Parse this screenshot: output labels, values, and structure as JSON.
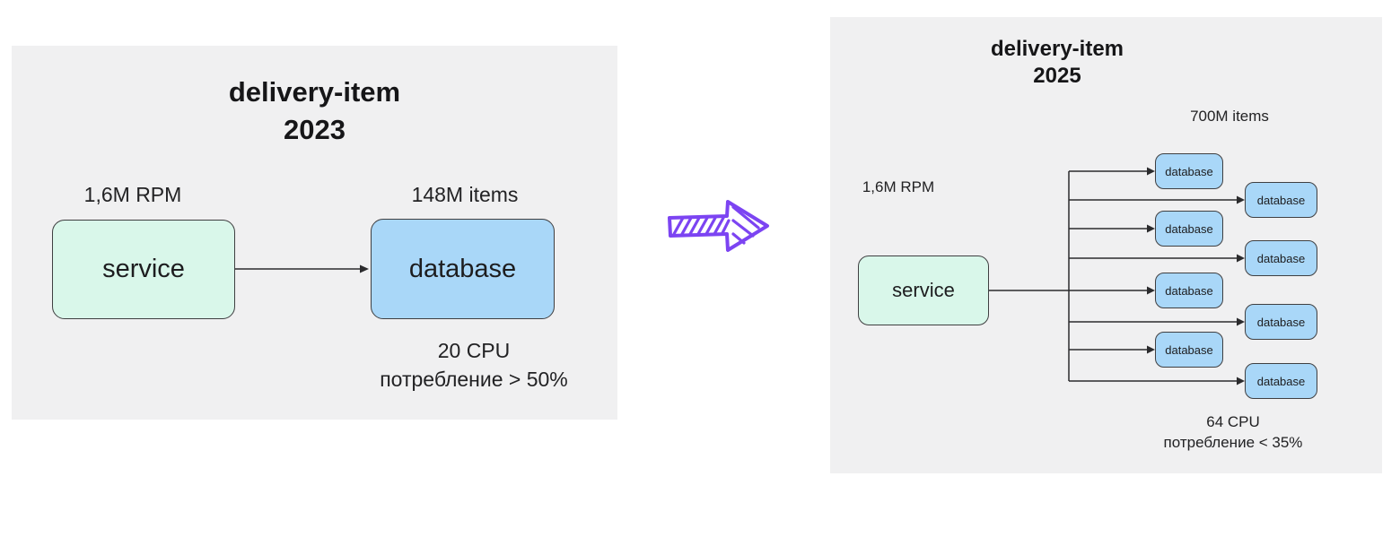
{
  "before": {
    "title_line1": "delivery-item",
    "title_line2": "2023",
    "service_metric": "1,6M RPM",
    "service_label": "service",
    "database_metric": "148M items",
    "database_label": "database",
    "cpu_line1": "20 CPU",
    "cpu_line2": "потребление > 50%"
  },
  "after": {
    "title_line1": "delivery-item",
    "title_line2": "2025",
    "items_metric": "700M items",
    "service_metric": "1,6M RPM",
    "service_label": "service",
    "database_label": "database",
    "database_count": 8,
    "cpu_line1": "64 CPU",
    "cpu_line2": "потребление < 35%"
  },
  "colors": {
    "panel_bg": "#f0f0f1",
    "service_fill": "#d9f7ea",
    "database_fill": "#a9d7f8",
    "box_border": "#3f3f41",
    "connector": "#2b2b2d",
    "text": "#1d1d1f",
    "accent_arrow": "#7c44f2"
  }
}
